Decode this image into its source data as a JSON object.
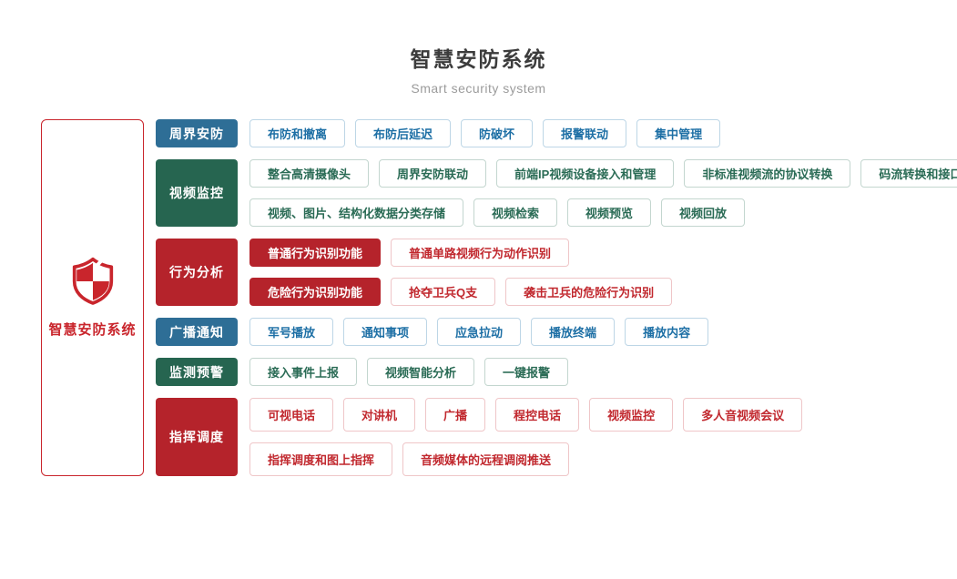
{
  "header": {
    "title": "智慧安防系统",
    "subtitle": "Smart security system"
  },
  "root": {
    "label": "智慧安防系统",
    "icon": "shield-icon"
  },
  "palette": {
    "blue": "#2e6e96",
    "green": "#266550",
    "red": "#b5232b",
    "blue_text": "#1d6fa5",
    "green_text": "#2a6b55",
    "red_text": "#c1282e",
    "root_red": "#c9252c"
  },
  "categories": [
    {
      "id": "perimeter-security",
      "label": "周界安防",
      "color": "blue",
      "tall": false,
      "rows": [
        [
          {
            "text": "布防和撤离",
            "solid": false
          },
          {
            "text": "布防后延迟",
            "solid": false
          },
          {
            "text": "防破坏",
            "solid": false
          },
          {
            "text": "报警联动",
            "solid": false
          },
          {
            "text": "集中管理",
            "solid": false
          }
        ]
      ]
    },
    {
      "id": "video-surveillance",
      "label": "视频监控",
      "color": "green",
      "tall": false,
      "rows": [
        [
          {
            "text": "整合高清摄像头",
            "solid": false
          },
          {
            "text": "周界安防联动",
            "solid": false
          },
          {
            "text": "前端IP视频设备接入和管理",
            "solid": false
          },
          {
            "text": "非标准视频流的协议转换",
            "solid": false
          },
          {
            "text": "码流转换和接口转换",
            "solid": false
          }
        ],
        [
          {
            "text": "视频、图片、结构化数据分类存储",
            "solid": false
          },
          {
            "text": "视频检索",
            "solid": false
          },
          {
            "text": "视频预览",
            "solid": false
          },
          {
            "text": "视频回放",
            "solid": false
          }
        ]
      ]
    },
    {
      "id": "behavior-analysis",
      "label": "行为分析",
      "color": "red",
      "tall": false,
      "rows": [
        [
          {
            "text": "普通行为识别功能",
            "solid": true
          },
          {
            "text": "普通单路视频行为动作识别",
            "solid": false
          }
        ],
        [
          {
            "text": "危险行为识别功能",
            "solid": true
          },
          {
            "text": "抢夺卫兵Q支",
            "solid": false
          },
          {
            "text": "袭击卫兵的危险行为识别",
            "solid": false
          }
        ]
      ]
    },
    {
      "id": "broadcast-notice",
      "label": "广播通知",
      "color": "blue",
      "tall": false,
      "rows": [
        [
          {
            "text": "军号播放",
            "solid": false
          },
          {
            "text": "通知事项",
            "solid": false
          },
          {
            "text": "应急拉动",
            "solid": false
          },
          {
            "text": "播放终端",
            "solid": false
          },
          {
            "text": "播放内容",
            "solid": false
          }
        ]
      ]
    },
    {
      "id": "monitoring-warning",
      "label": "监测预警",
      "color": "green",
      "tall": false,
      "rows": [
        [
          {
            "text": "接入事件上报",
            "solid": false
          },
          {
            "text": "视频智能分析",
            "solid": false
          },
          {
            "text": "一键报警",
            "solid": false
          }
        ]
      ]
    },
    {
      "id": "command-dispatch",
      "label": "指挥调度",
      "color": "red",
      "tall": true,
      "rows": [
        [
          {
            "text": "可视电话",
            "solid": false
          },
          {
            "text": "对讲机",
            "solid": false
          },
          {
            "text": "广播",
            "solid": false
          },
          {
            "text": "程控电话",
            "solid": false
          },
          {
            "text": "视频监控",
            "solid": false
          },
          {
            "text": "多人音视频会议",
            "solid": false
          }
        ],
        [
          {
            "text": "指挥调度和图上指挥",
            "solid": false
          },
          {
            "text": "音频媒体的远程调阅推送",
            "solid": false
          }
        ]
      ]
    }
  ]
}
